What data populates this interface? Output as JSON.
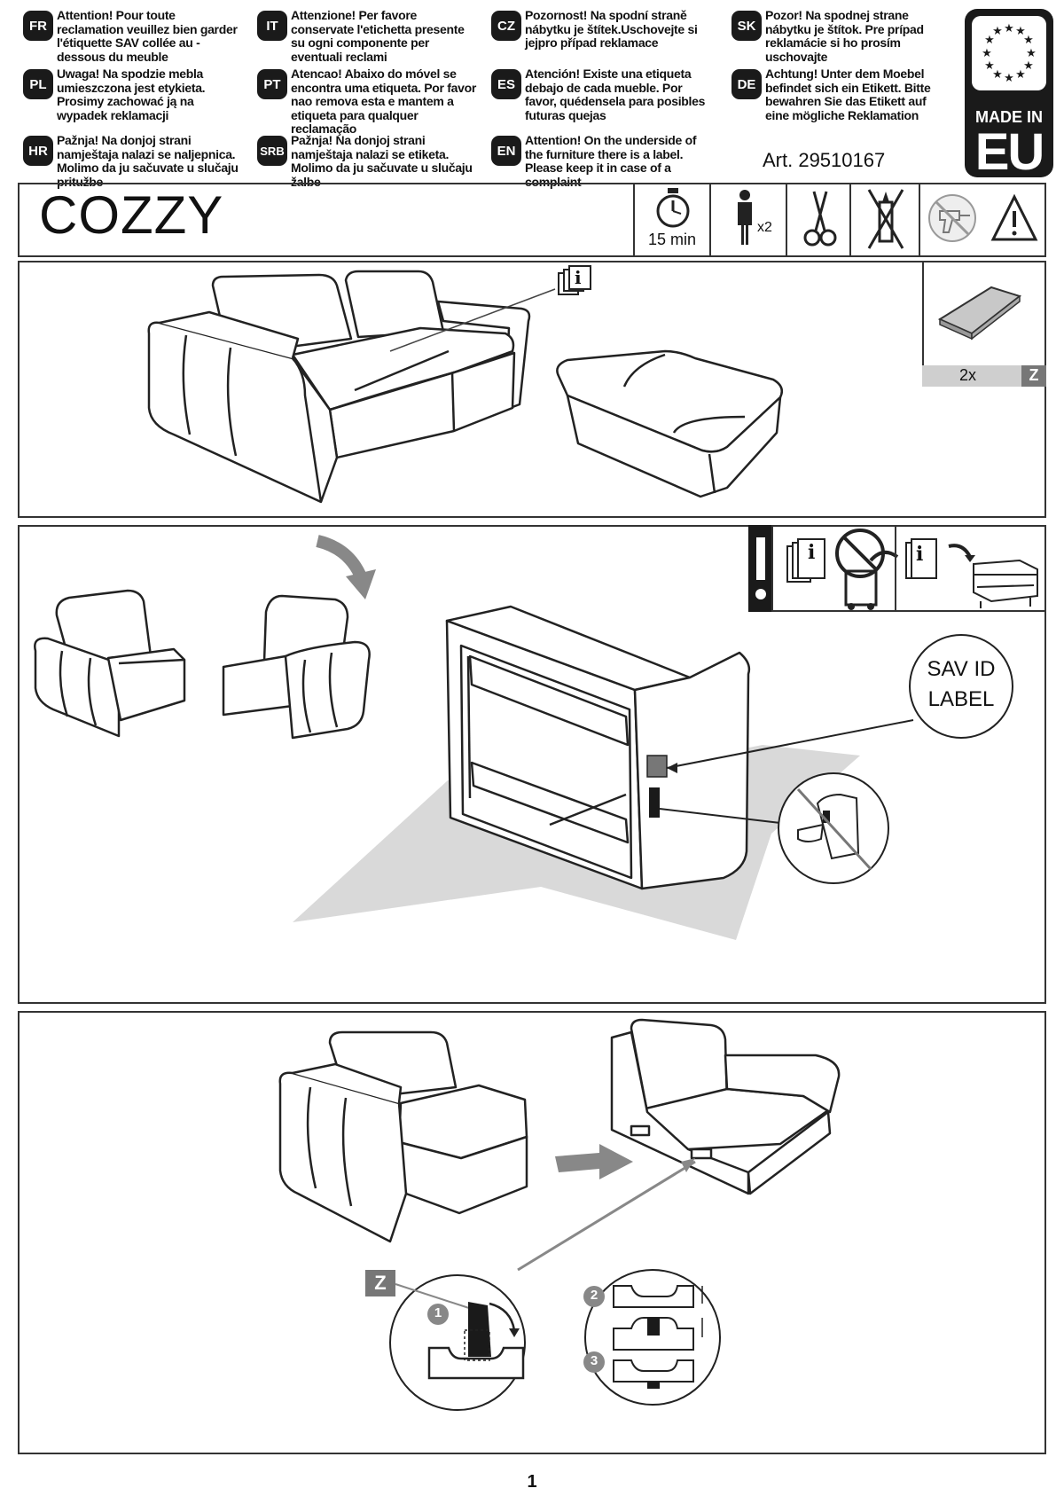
{
  "notices": [
    {
      "lang": "FR",
      "text": "Attention! Pour toute reclamation veuillez bien garder l'étiquette SAV collée au - dessous du meuble"
    },
    {
      "lang": "IT",
      "text": "Attenzione! Per favore conservate l'etichetta presente su ogni componente per eventuali reclami"
    },
    {
      "lang": "CZ",
      "text": "Pozornost! Na spodní straně nábytku je štítek.Uschovejte si jejpro případ reklamace"
    },
    {
      "lang": "SK",
      "text": "Pozor! Na spodnej strane nábytku je štítok. Pre prípad reklamácie si ho prosím uschovajte"
    },
    {
      "lang": "PL",
      "text": "Uwaga! Na spodzie mebla umieszczona jest etykieta. Prosimy zachować ją na wypadek reklamacji"
    },
    {
      "lang": "PT",
      "text": "Atencao! Abaixo do móvel se encontra uma etiqueta. Por favor nao remova esta e mantem a etiqueta para qualquer reclamação"
    },
    {
      "lang": "ES",
      "text": "Atención! Existe una etiqueta debajo de cada mueble.  Por favor, quédensela para posibles futuras quejas"
    },
    {
      "lang": "DE",
      "text": "Achtung! Unter dem Moebel befindet sich ein Etikett. Bitte bewahren Sie das Etikett auf eine mögliche Reklamation"
    },
    {
      "lang": "HR",
      "text": "Pažnja! Na donjoj strani namještaja nalazi se naljepnica. Molimo da ju sačuvate u slučaju pritužbe"
    },
    {
      "lang": "SRB",
      "text": "Pažnja! Na donjoj strani namještaja nalazi se etiketa. Molimo da ju sačuvate u slučaju žalbe"
    },
    {
      "lang": "EN",
      "text": "Attention! On the underside of the furniture there is a label. Please keep it in case of a complaint"
    }
  ],
  "article": "Art. 29510167",
  "eu_badge": {
    "made_in": "MADE IN",
    "eu": "EU"
  },
  "product_name": "COZZY",
  "tools": {
    "time": "15 min",
    "persons": "x2"
  },
  "parts": {
    "quantity": "2x",
    "letter": "Z"
  },
  "labels": {
    "sav_id_line1": "SAV ID",
    "sav_id_line2": "LABEL",
    "step_letter": "Z",
    "step1": "1",
    "step2": "2",
    "step3": "3",
    "info": "i"
  },
  "page_number": "1",
  "colors": {
    "badge": "#1a1a1a",
    "frame": "#333333",
    "floor": "#d9d9d9",
    "label_box": "#bdbdbd"
  }
}
